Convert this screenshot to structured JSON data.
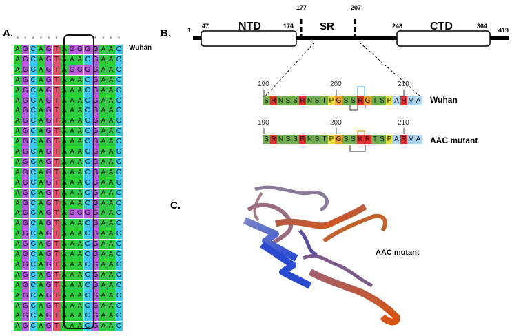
{
  "panel_a": {
    "label": "A.",
    "wuhan_label": "Wuhan",
    "rows": [
      "AGCAGTAGGGGAAC",
      "AGCAGTAAACGAAC",
      "AGCAGTAGGGGAAC",
      "AGCAGTAAACGAAC",
      "AGCAGTAAACGAAC",
      "AGCAGTAAACGAAC",
      "AGCAGTAAACGAAC",
      "AGCAGTAAACGAAC",
      "AGCAGTAAACGAAC",
      "AGCAGTAAACGAAC",
      "AGCAGTAAACGAAC",
      "AGCAGTAAACGAAC",
      "AGCAGTAAACGAAC",
      "AGCAGTAAACGAAC",
      "AGCAGTAAACGAAC",
      "AGCAGTAAACGAAC",
      "AGCAGTAGGGGAAC",
      "AGCAGTAAACGAAC",
      "AGCAGTAAACGAAC",
      "AGCAGTAAACGAAC",
      "AGCAGTAAACGAAC",
      "AGCAGTAAACGAAC",
      "AGCAGTAAACGAAC",
      "AGCAGTAAACGAAC",
      "AGCAGTAAACGAAC",
      "AGCAGTAAACGAAC",
      "AGCAGTAAACGAAC",
      "AGCAGTAAACGAAC"
    ],
    "conservation": [
      "*",
      "*",
      "*",
      "*",
      "*",
      "*",
      "",
      "",
      "",
      "",
      "*",
      "*",
      "*",
      "*"
    ],
    "colors": {
      "A": "#2ecc40",
      "G": "#b65ae0",
      "C": "#3cc8ee",
      "T": "#e0506a"
    }
  },
  "panel_b": {
    "label": "B.",
    "positions": {
      "start": "1",
      "ntd_start": "47",
      "ntd_end": "174",
      "sr_start": "177",
      "sr_end": "207",
      "ctd_start": "248",
      "ctd_end": "364",
      "end": "419"
    },
    "domains": {
      "ntd": "NTD",
      "sr": "SR",
      "ctd": "CTD"
    },
    "ticks": [
      "190",
      "200",
      "210"
    ],
    "wuhan_seq": "SRNSSRNSTPGSSRGTSPARMA",
    "mutant_seq": "SRNSSRNSTPGSSKRTSPARMA",
    "wuhan_label": "Wuhan",
    "mutant_label": "AAC mutant",
    "aa_colors": {
      "S": "#70b050",
      "R": "#e03030",
      "N": "#70b050",
      "T": "#70b050",
      "P": "#e8e040",
      "G": "#e8a030",
      "K": "#e03030",
      "A": "#b0d8f0",
      "M": "#a0d0f0"
    }
  },
  "panel_c": {
    "label": "C.",
    "annotation": "AAC mutant"
  }
}
